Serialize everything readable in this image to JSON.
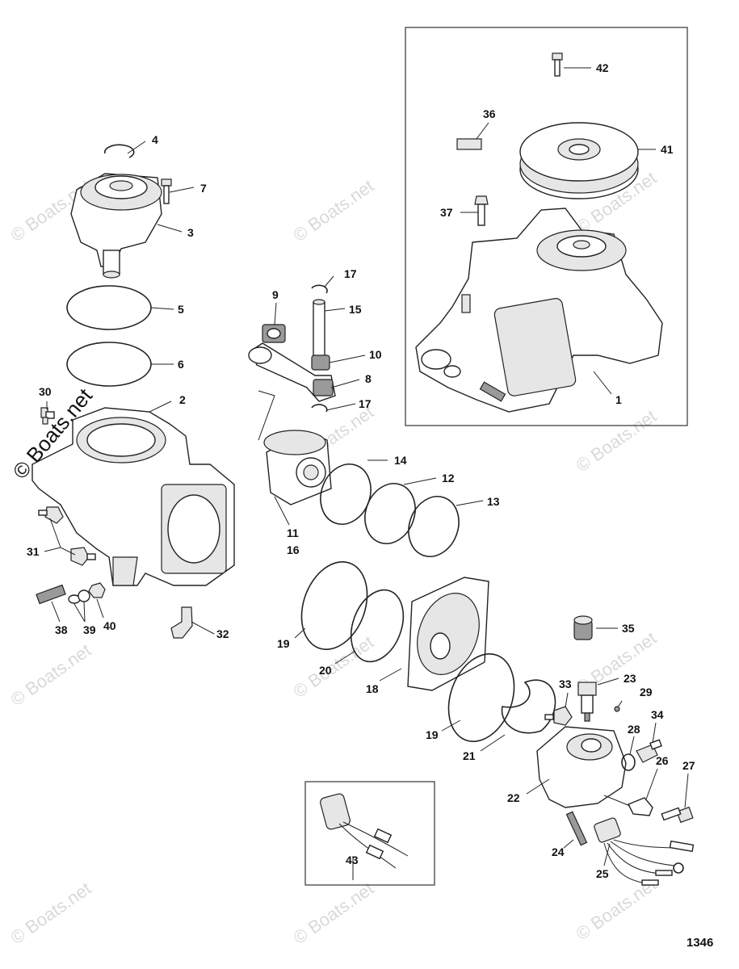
{
  "copyright": "© Boats.net",
  "watermark": "© Boats.net",
  "figure_number": "1346",
  "callouts": [
    "1",
    "2",
    "3",
    "4",
    "5",
    "6",
    "7",
    "8",
    "9",
    "10",
    "11",
    "12",
    "13",
    "14",
    "15",
    "16",
    "17",
    "17",
    "18",
    "19",
    "19",
    "20",
    "21",
    "22",
    "23",
    "24",
    "25",
    "26",
    "27",
    "28",
    "29",
    "30",
    "31",
    "32",
    "33",
    "34",
    "35",
    "36",
    "37",
    "38",
    "39",
    "40",
    "41",
    "42",
    "43"
  ]
}
